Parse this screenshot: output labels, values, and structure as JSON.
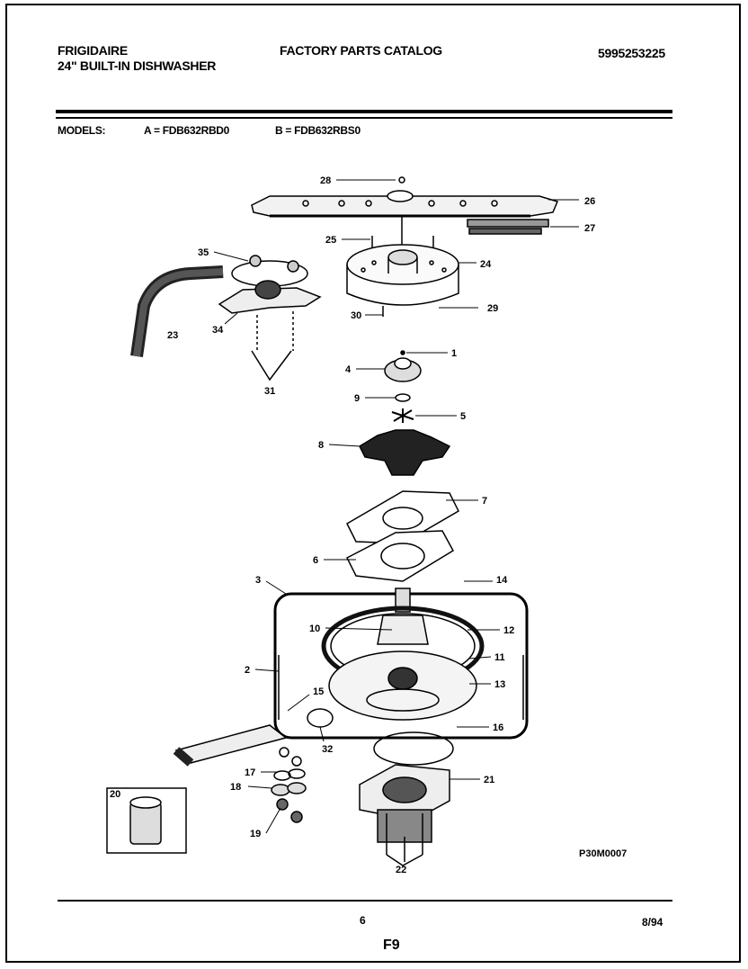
{
  "header": {
    "brand": "FRIGIDAIRE",
    "product": "24\" BUILT-IN DISHWASHER",
    "catalog_title": "FACTORY PARTS CATALOG",
    "catalog_number": "5995253225"
  },
  "models": {
    "label": "MODELS:",
    "a": "A = FDB632RBD0",
    "b": "B = FDB632RBS0"
  },
  "diagram": {
    "drawing_code": "P30M0007",
    "callouts": [
      "28",
      "26",
      "27",
      "25",
      "24",
      "29",
      "30",
      "35",
      "23",
      "34",
      "31",
      "1",
      "4",
      "9",
      "5",
      "8",
      "7",
      "6",
      "3",
      "14",
      "10",
      "12",
      "11",
      "2",
      "13",
      "15",
      "16",
      "32",
      "17",
      "18",
      "19",
      "21",
      "22",
      "20"
    ]
  },
  "footer": {
    "page_number": "6",
    "date": "8/94",
    "figure": "F9"
  }
}
